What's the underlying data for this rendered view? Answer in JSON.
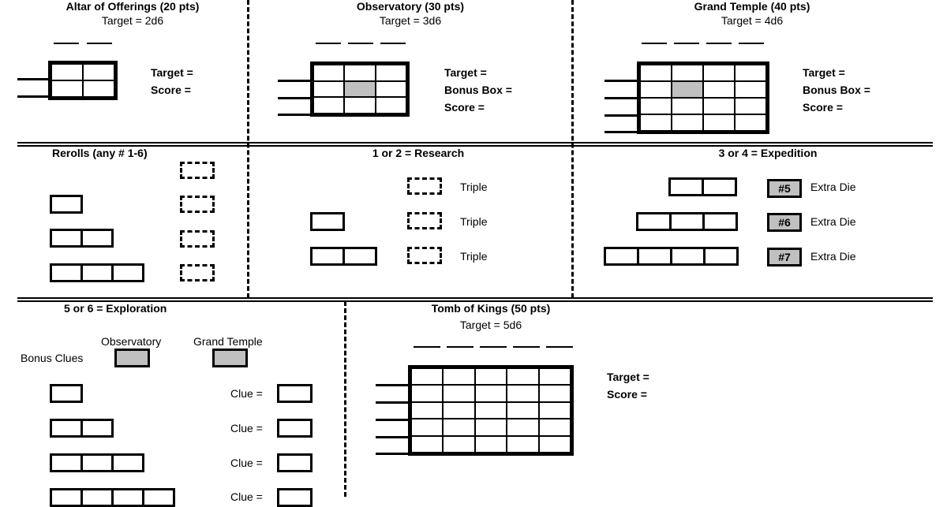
{
  "altar": {
    "title": "Altar of Offerings (20 pts)",
    "target": "Target = 2d6",
    "target_label": "Target =",
    "score_label": "Score ="
  },
  "observatory": {
    "title": "Observatory (30 pts)",
    "target": "Target = 3d6",
    "target_label": "Target =",
    "bonus_label": "Bonus Box =",
    "score_label": "Score ="
  },
  "grand_temple": {
    "title": "Grand Temple (40 pts)",
    "target": "Target = 4d6",
    "target_label": "Target =",
    "bonus_label": "Bonus Box =",
    "score_label": "Score ="
  },
  "rerolls": {
    "title": "Rerolls (any # 1-6)"
  },
  "research": {
    "title": "1 or 2 = Research",
    "triple": [
      "Triple",
      "Triple",
      "Triple"
    ]
  },
  "expedition": {
    "title": "3 or 4 = Expedition",
    "badges": [
      "#5",
      "#6",
      "#7"
    ],
    "extra": [
      "Extra Die",
      "Extra Die",
      "Extra Die"
    ]
  },
  "exploration": {
    "title": "5 or 6 = Exploration",
    "bonus_clues": "Bonus Clues",
    "observatory": "Observatory",
    "grand_temple": "Grand Temple",
    "clues": [
      "Clue =",
      "Clue =",
      "Clue =",
      "Clue ="
    ]
  },
  "tomb": {
    "title": "Tomb of Kings (50 pts)",
    "target": "Target = 5d6",
    "target_label": "Target =",
    "score_label": "Score ="
  }
}
